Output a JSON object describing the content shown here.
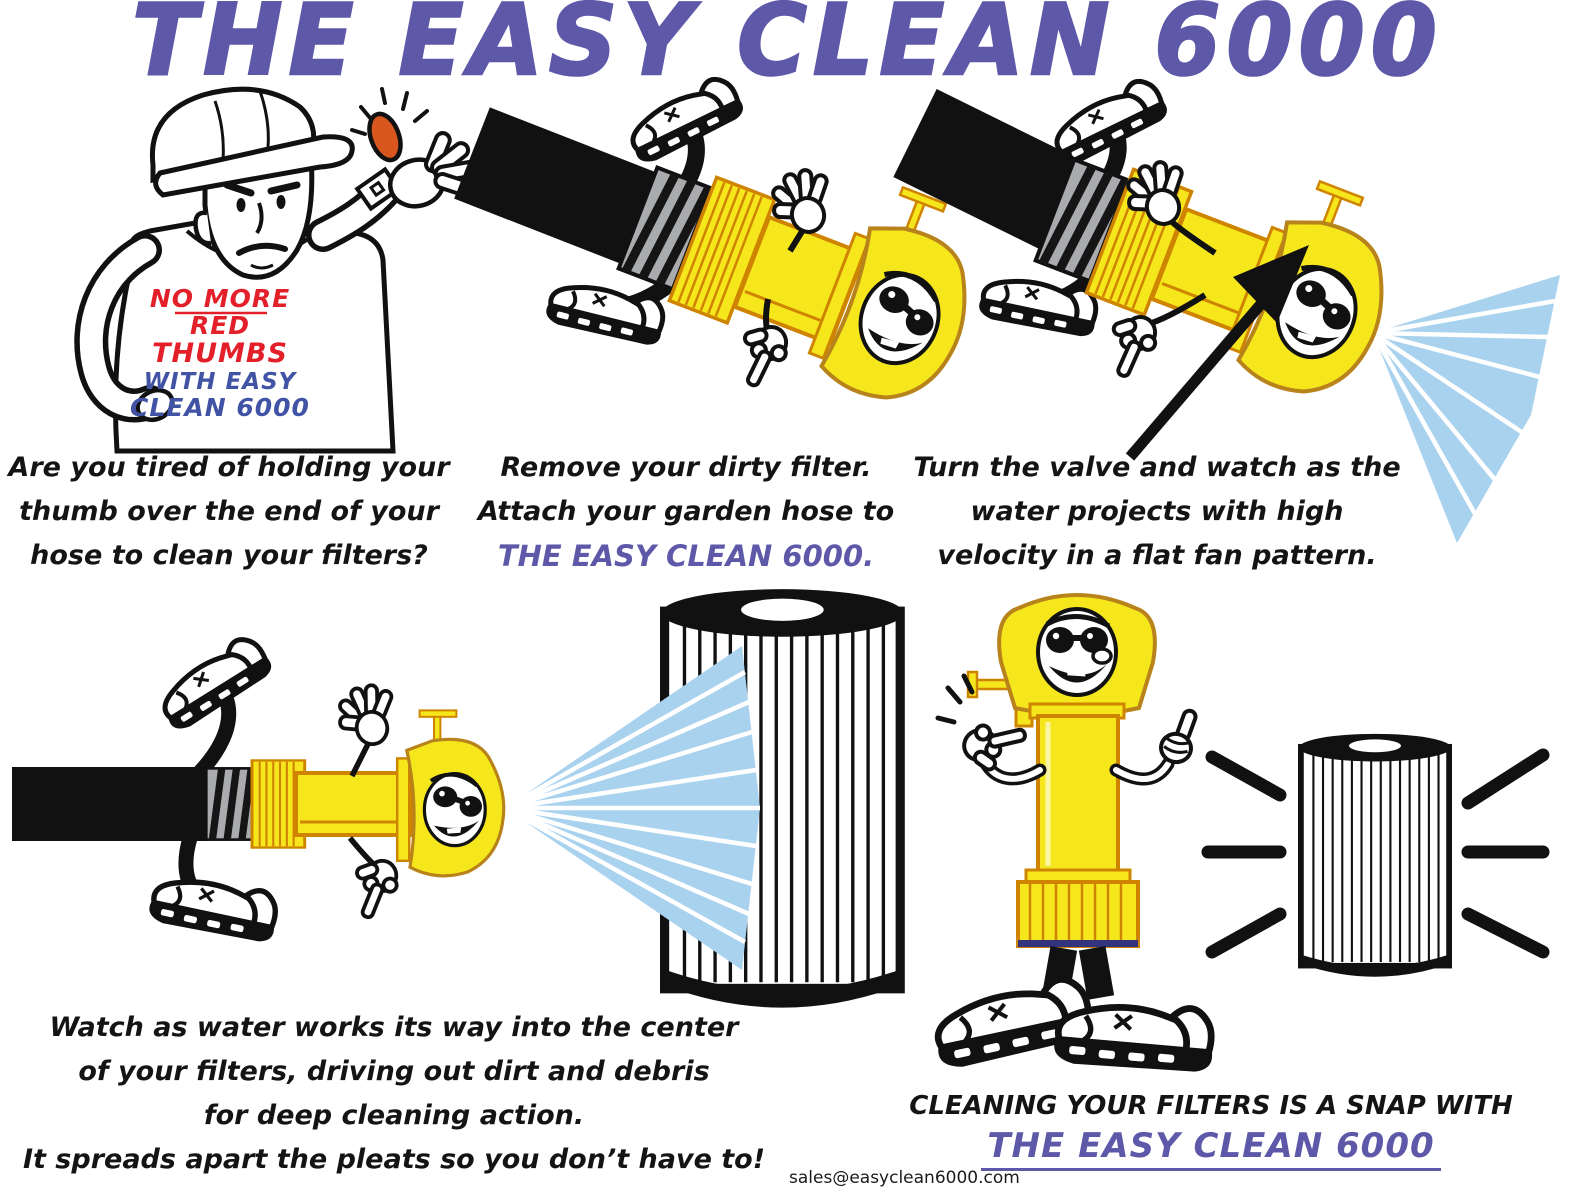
{
  "title": "THE EASY CLEAN 6000",
  "shirt_lines": [
    "NO MORE",
    "RED",
    "THUMBS",
    "WITH EASY",
    "CLEAN 6000"
  ],
  "captions": {
    "intro": [
      "Are you tired of holding your",
      "thumb over the end of your",
      "hose to clean your filters?"
    ],
    "attach": [
      "Remove your dirty filter.",
      "Attach your garden hose to"
    ],
    "attach_highlight": "THE EASY CLEAN 6000.",
    "spray": [
      "Turn the valve and watch as the",
      "water projects with high",
      "velocity in a flat fan pattern."
    ],
    "clean": [
      "Watch as water works its way into the center",
      "of your filters, driving out dirt and debris",
      "for deep cleaning action.",
      "It spreads apart the pleats so you don’t have to!"
    ],
    "snap": "CLEANING YOUR FILTERS IS A SNAP WITH",
    "snap_highlight": "THE EASY CLEAN 6000"
  },
  "footer": {
    "email": "sales@easyclean6000.com"
  },
  "colors": {
    "title_purple": "#5e58a9",
    "text_black": "#141414",
    "alert_red": "#e3202a",
    "shirt_blue": "#4053a4",
    "device_yellow": "#f6e71d",
    "device_outline_orange": "#cf8400",
    "spray_blue": "#a9d2ef",
    "sore_thumb_orange": "#d9571e",
    "hose_gray": "#a9abae"
  }
}
